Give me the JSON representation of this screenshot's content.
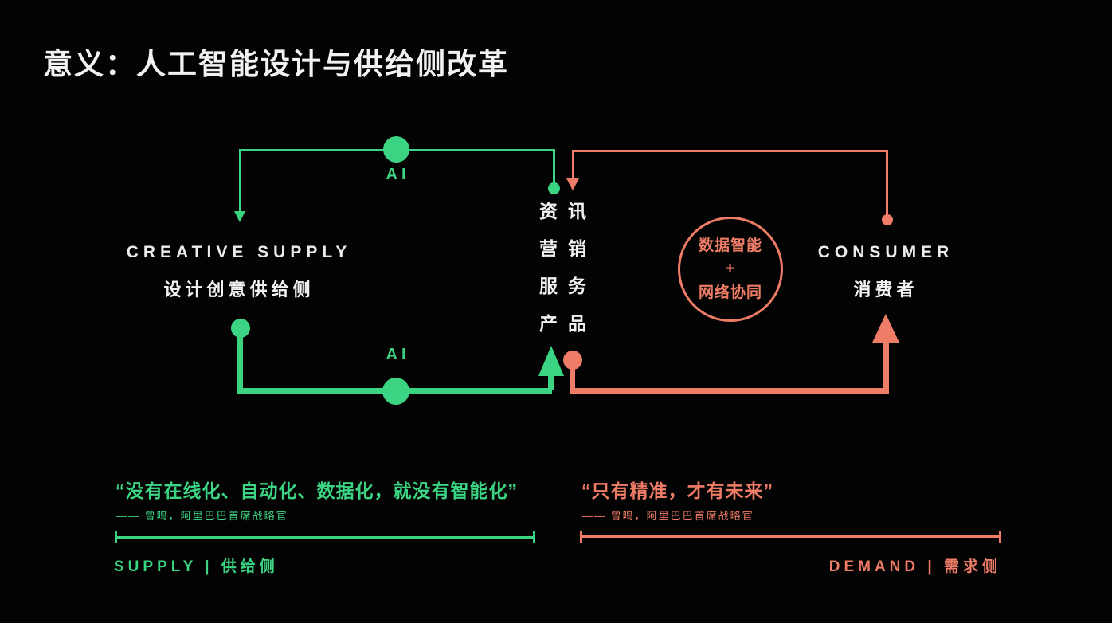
{
  "slide": {
    "title": "意义：人工智能设计与供给侧改革",
    "colors": {
      "green_accent": "#3BD483",
      "salmon_accent": "#EF7C66",
      "text_white": "#F2F2F2",
      "background": "#030303"
    },
    "diagram": {
      "left_node": {
        "en": "CREATIVE SUPPLY",
        "zh": "设计创意供给侧"
      },
      "right_node": {
        "en": "CONSUMER",
        "zh": "消费者"
      },
      "center_items": [
        "资讯",
        "营销",
        "服务",
        "产品"
      ],
      "ai_label_top": "AI",
      "ai_label_bottom": "AI",
      "synergy_circle": {
        "line1": "数据智能",
        "line2": "+",
        "line3": "网络协同"
      }
    },
    "quotes": {
      "supply": {
        "text": "“没有在线化、自动化、数据化，就没有智能化”",
        "attribution": "—— 曾鸣，阿里巴巴首席战略官"
      },
      "demand": {
        "text": "“只有精准，才有未来”",
        "attribution": "—— 曾鸣，阿里巴巴首席战略官"
      }
    },
    "axes": {
      "supply_label": "SUPPLY | 供给侧",
      "demand_label": "DEMAND | 需求侧"
    }
  }
}
